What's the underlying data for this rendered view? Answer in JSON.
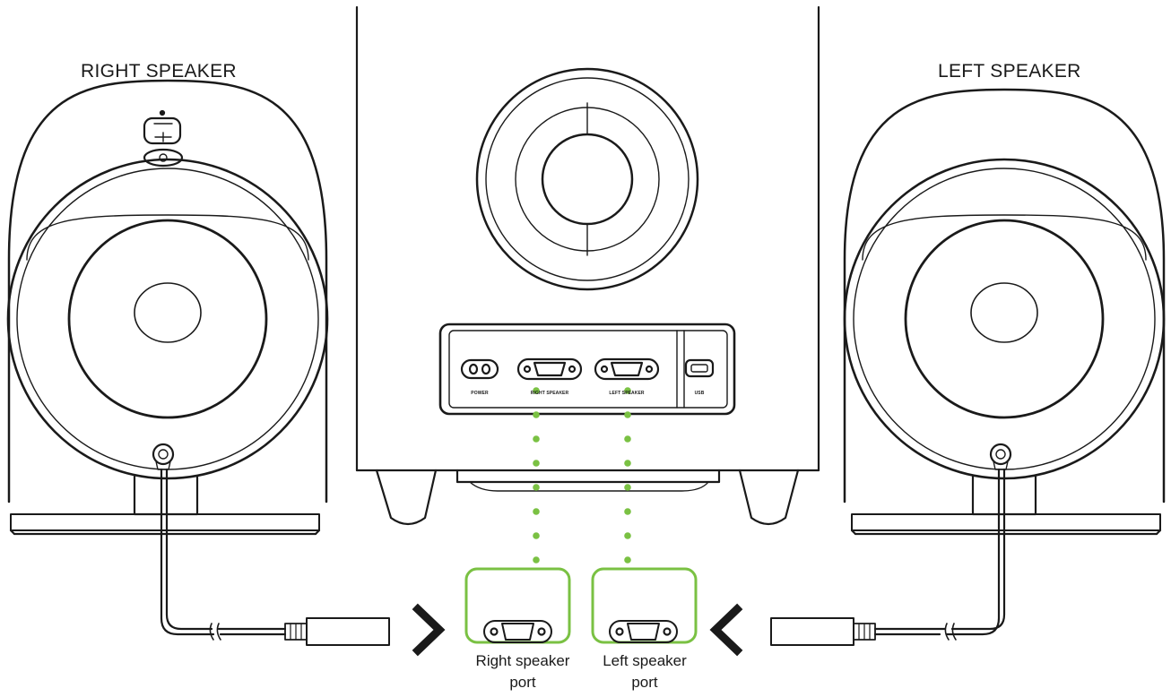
{
  "labels": {
    "right_speaker": "RIGHT SPEAKER",
    "left_speaker": "LEFT SPEAKER",
    "right_port_caption_line1": "Right speaker",
    "right_port_caption_line2": "port",
    "left_port_caption_line1": "Left speaker",
    "left_port_caption_line2": "port"
  },
  "panel_labels": {
    "power": "POWER",
    "right": "RIGHT SPEAKER",
    "left": "LEFT SPEAKER",
    "usb": "USB"
  },
  "colors": {
    "line": "#1a1a1a",
    "highlight": "#7ac143",
    "background": "#ffffff"
  }
}
